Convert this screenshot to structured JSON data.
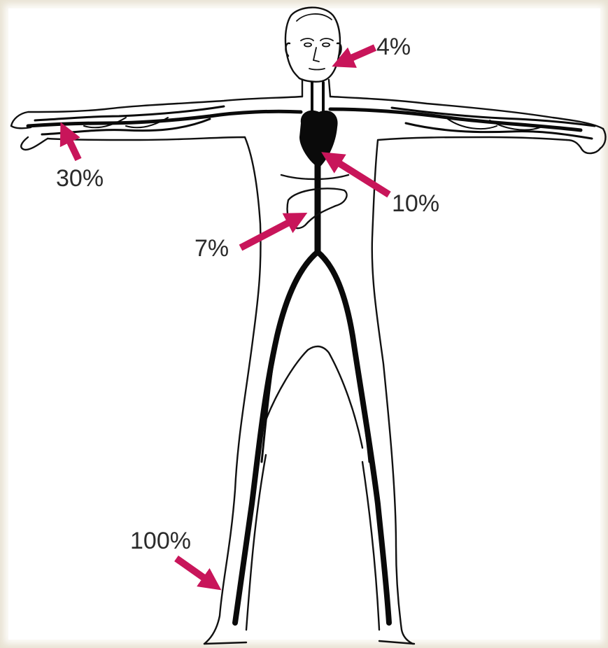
{
  "labels": {
    "head": "4%",
    "hand": "30%",
    "heart": "10%",
    "liver": "7%",
    "foot": "100%"
  },
  "colors": {
    "arrow": "#c8155a",
    "outline": "#111111",
    "background": "#e8e2d2",
    "panel": "#ffffff"
  }
}
